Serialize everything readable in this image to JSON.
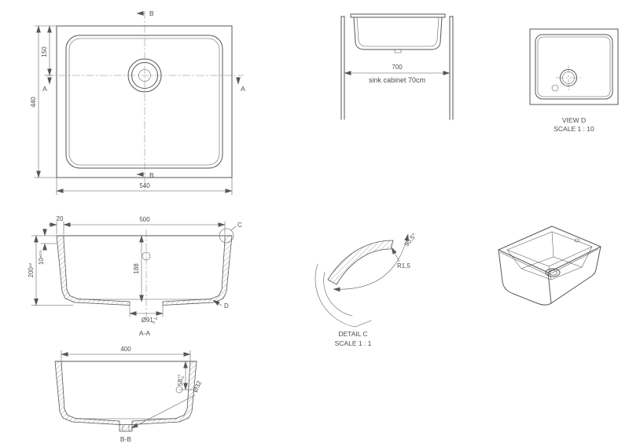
{
  "drawing": {
    "background": "#ffffff",
    "line_color": "#55565a",
    "text_color": "#4d4d4f",
    "views": {
      "top": {
        "dim_width": "540",
        "dim_height": "440",
        "dim_drain_offset": "150",
        "section_a": "A",
        "section_b": "B"
      },
      "front": {
        "dim_width": "700",
        "caption": "sink cabinet 70cm"
      },
      "view_d": {
        "title": "VIEW D",
        "scale": "SCALE 1 : 10"
      },
      "section_aa": {
        "title": "A-A",
        "dim_rim": "20",
        "dim_inner_width": "500",
        "dim_rim_thickness": "10",
        "dim_rim_thickness_tol": "±0,5",
        "dim_depth": "200",
        "dim_depth_tol": "±2",
        "dim_inner_depth": "188",
        "dim_drain": "Ø91",
        "dim_drain_tol_top": "+2",
        "dim_drain_tol_bottom": "0",
        "detail_c": "C",
        "detail_d": "D"
      },
      "detail_c": {
        "title": "DETAIL C",
        "scale": "SCALE 1 : 1",
        "radius": "R1,5",
        "angle": "90,5°"
      },
      "section_bb": {
        "title": "B-B",
        "dim_inner_width": "400",
        "dim_overflow": "58",
        "dim_overflow_tol_top": "+2",
        "dim_overflow_tol_bottom": "0",
        "dim_waste": "Ø32"
      }
    }
  }
}
